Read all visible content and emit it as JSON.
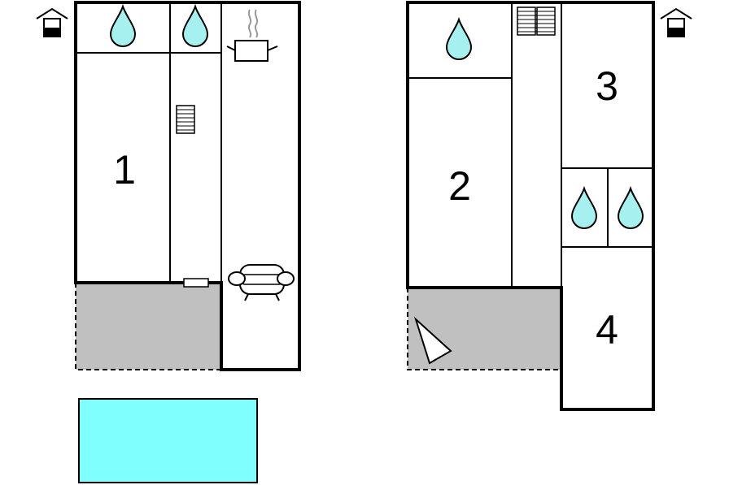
{
  "colors": {
    "wall": "#000000",
    "terrace": "#c0c0c0",
    "pool": "#80ffff",
    "water_drop": "#a6f0f0",
    "background": "#ffffff"
  },
  "rooms": {
    "r1": "1",
    "r2": "2",
    "r3": "3",
    "r4": "4"
  },
  "icons": {
    "floor_marker": "house-level-icon",
    "bathroom": "water-drop-icon",
    "kitchen": "cooking-pot-icon",
    "living": "armchair-icon",
    "stairs": "stairs-icon",
    "door": "door-icon",
    "orientation": "compass-triangle-icon"
  }
}
